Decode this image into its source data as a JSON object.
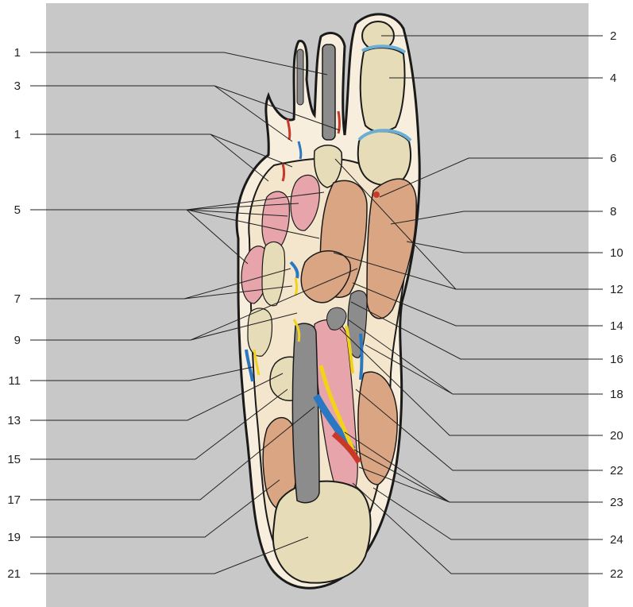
{
  "figure": {
    "left_labels": [
      "1",
      "3",
      "1",
      "5",
      "7",
      "9",
      "11",
      "13",
      "15",
      "17",
      "19",
      "21"
    ],
    "right_labels": [
      "2",
      "4",
      "6",
      "8",
      "10",
      "12",
      "14",
      "16",
      "18",
      "20",
      "22",
      "23",
      "24",
      "22"
    ]
  },
  "colors": {
    "background_panel": "#c8c8c8",
    "skin_outline": "#1a1a1a",
    "fat_tissue": "#f8eedd",
    "bone": "#e6dcb8",
    "muscle_orange": "#d9a582",
    "muscle_pink": "#e8a4ab",
    "tendon_gray": "#8c8c8c",
    "artery": "#c8392b",
    "vein": "#2a78c2",
    "nerve": "#f3d21a"
  }
}
